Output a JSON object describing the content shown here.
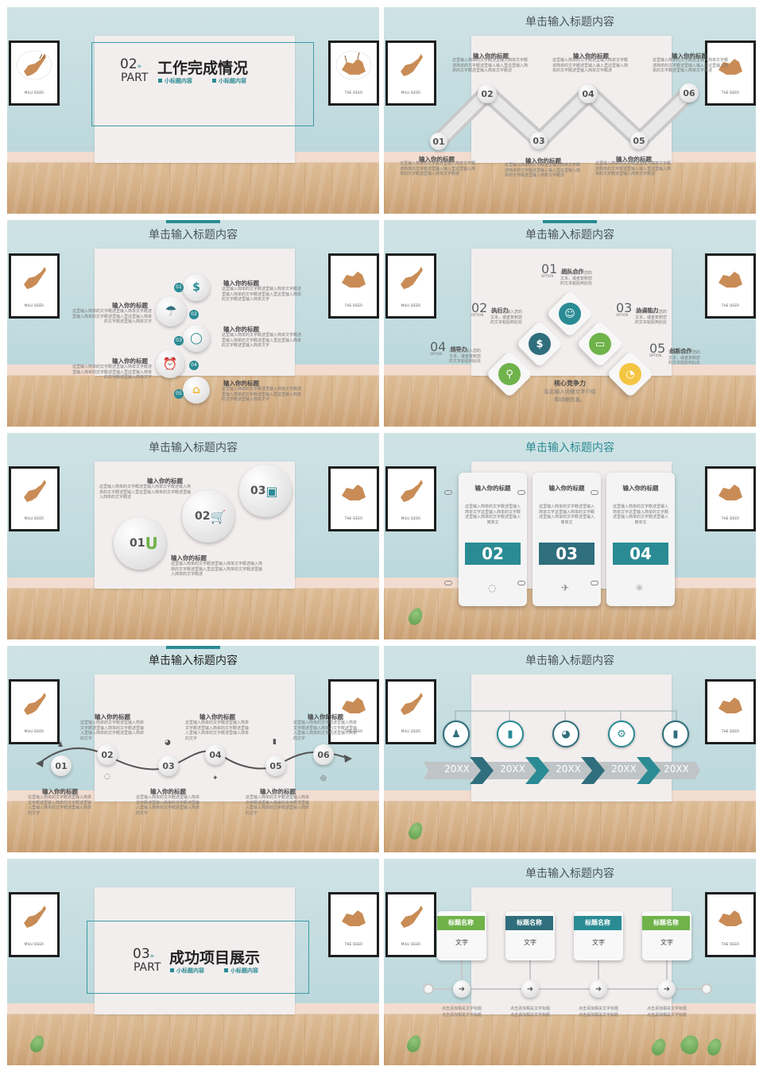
{
  "frames": {
    "left_caption": "MILU DEER",
    "right_caption": "THE DEER"
  },
  "s1": {
    "part_num": "02",
    "part_word": "PART",
    "title": "工作完成情况",
    "sub1": "小标题内容",
    "sub2": "小标题内容"
  },
  "s2": {
    "title": "单击输入标题内容",
    "nums": [
      "01",
      "02",
      "03",
      "04",
      "05",
      "06"
    ],
    "heading": "输入你的标题",
    "body": "这里输入简单的文字概述里输入简单文字概述简单的文字概述里输入输入里这里输入简单的文字概述里输入简单文字概述"
  },
  "s3": {
    "title": "单击输入标题内容",
    "nums": [
      "01",
      "02",
      "03",
      "04",
      "05"
    ],
    "heading": "输入你的标题",
    "body": "这里输入简单的文字概述里输入简单文字概述里输入简单的文字概述里输入里这里输入简单的文字概述里输入简单文字"
  },
  "s4": {
    "title": "单击输入标题内容",
    "items": [
      {
        "num": "01",
        "name": "团队合作",
        "opt": "OPTION",
        "txt": "请在此处输入您的文本，或者复制您的文本粘贴到此处"
      },
      {
        "num": "02",
        "name": "执行力",
        "opt": "OPTION",
        "txt": "请在此处输入您的文本，或者复制您的文本粘贴到此处"
      },
      {
        "num": "03",
        "name": "协调能力",
        "opt": "OPTION",
        "txt": "请在此处输入您的文本，或者复制您的文本粘贴到此处"
      },
      {
        "num": "04",
        "name": "领导力",
        "opt": "OPTION",
        "txt": "请在此处输入您的文本，或者复制您的文本粘贴到此处"
      },
      {
        "num": "05",
        "name": "创新合作",
        "opt": "OPTION",
        "txt": "请在此处输入您的文本，或者复制您的文本粘贴到此处"
      }
    ],
    "core": "核心竞争力",
    "core_txt1": "在此输入详细文字介绍",
    "core_txt2": "和详细信息。"
  },
  "s5": {
    "title": "单击输入标题内容",
    "nums": [
      "01",
      "02",
      "03"
    ],
    "heading": "输入你的标题",
    "body": "这里输入简单的文字概述里输入简单文字概述输入简单的文字概述里输入里这里输入简单的文字概述里输入简单的文字概述"
  },
  "s6": {
    "title": "单击输入标题内容",
    "nums": [
      "02",
      "03",
      "04"
    ],
    "heading": "输入你的标题",
    "body": "这里输入简单的文字概述里输入简单文字这里输入简单的文字概述里输入简单的文字概述里输入简单文"
  },
  "s7": {
    "title": "单击输入标题内容",
    "nums": [
      "01",
      "02",
      "03",
      "04",
      "05",
      "06"
    ],
    "heading": "输入你的标题",
    "body": "这里输入简单的文字概述里输入简单文字概述里输入简单的文字概述里输入里输入简单的文字概述里输入简单的文字"
  },
  "s8": {
    "title": "单击输入标题内容",
    "year": "20XX"
  },
  "s9": {
    "part_num": "03",
    "part_word": "PART",
    "title": "成功项目展示",
    "sub1": "小标题内容",
    "sub2": "小标题内容"
  },
  "s10": {
    "title": "单击输入标题内容",
    "card_title": "标题名称",
    "card_text": "文字",
    "caption1": "点击添加相关文字标题",
    "caption2": "点击添加相关文字标题"
  },
  "colors": {
    "teal": "#2a8b94",
    "dark_teal": "#2f6e7c",
    "green": "#6fb34a",
    "yellow": "#f4c542"
  }
}
